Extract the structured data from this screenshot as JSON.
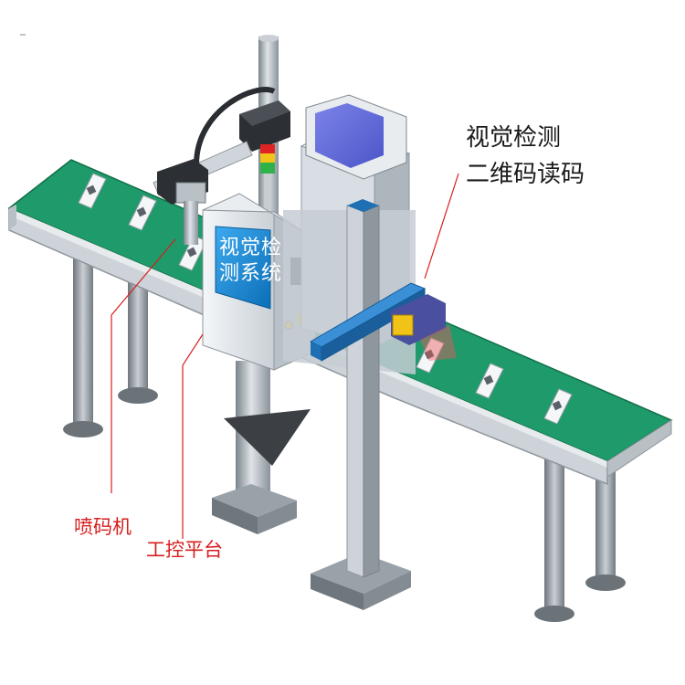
{
  "labels": {
    "vision_inspection": "视觉检测",
    "qr_reading": "二维码读码",
    "inkjet_printer": "喷码机",
    "control_platform": "工控平台"
  },
  "panel": {
    "line1": "视觉检",
    "line2": "测系统"
  },
  "colors": {
    "belt": "#1f9a6a",
    "belt_dark": "#157a52",
    "frame": "#8c949c",
    "blue_beam": "#1f6fb5",
    "panel_screen": "#1590d8",
    "label_red": "#d81e1e",
    "label_black": "#1a1a1a"
  },
  "icons": {
    "stack_light": "stack-light-icon",
    "emergency_stop": "emergency-stop-icon",
    "scanner": "barcode-scanner-icon"
  }
}
